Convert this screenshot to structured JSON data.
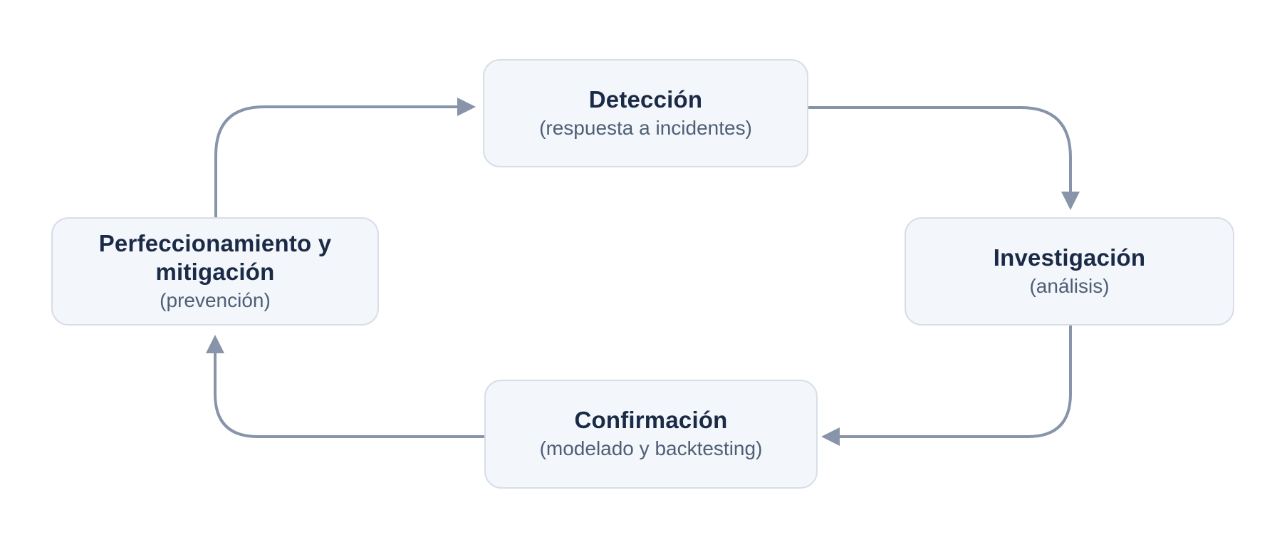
{
  "diagram": {
    "type": "cycle",
    "colors": {
      "background": "#ffffff",
      "box-fill": "#f3f6fa",
      "box-border": "#d7dee8",
      "title": "#1a2a47",
      "subtitle": "#4e5f75",
      "arrow": "#8794a9"
    },
    "nodes": [
      {
        "id": "deteccion",
        "position": "top",
        "title": "Detección",
        "subtitle": "(respuesta a incidentes)"
      },
      {
        "id": "investigacion",
        "position": "right",
        "title": "Investigación",
        "subtitle": "(análisis)"
      },
      {
        "id": "confirmacion",
        "position": "bottom",
        "title": "Confirmación",
        "subtitle": "(modelado y backtesting)"
      },
      {
        "id": "perfeccionamiento",
        "position": "left",
        "title": "Perfeccionamiento y mitigación",
        "subtitle": "(prevención)"
      }
    ],
    "edges": [
      {
        "from": "perfeccionamiento",
        "to": "deteccion"
      },
      {
        "from": "deteccion",
        "to": "investigacion"
      },
      {
        "from": "investigacion",
        "to": "confirmacion"
      },
      {
        "from": "confirmacion",
        "to": "perfeccionamiento"
      }
    ]
  }
}
